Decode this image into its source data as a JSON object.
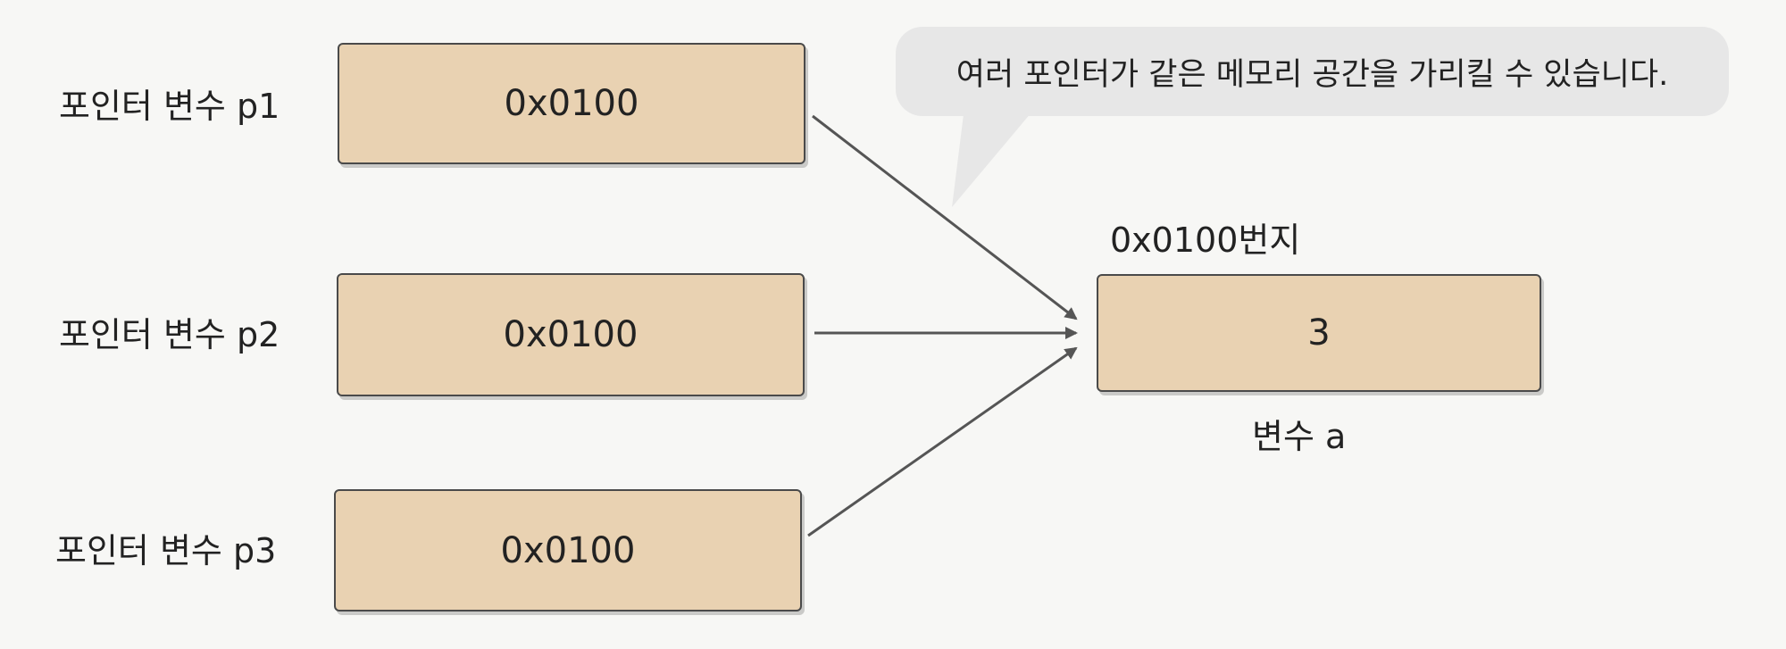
{
  "pointers": [
    {
      "label": "포인터 변수 p1",
      "value": "0x0100"
    },
    {
      "label": "포인터 변수 p2",
      "value": "0x0100"
    },
    {
      "label": "포인터 변수 p3",
      "value": "0x0100"
    }
  ],
  "target": {
    "address_label": "0x0100번지",
    "value": "3",
    "name_label": "변수 a"
  },
  "callout": {
    "text": "여러 포인터가 같은 메모리 공간을 가리킬 수 있습니다."
  },
  "colors": {
    "box_fill": "#e9d2b2",
    "box_border": "#4a4a4a",
    "arrow": "#555555",
    "bubble_fill": "#e7e7e7"
  }
}
